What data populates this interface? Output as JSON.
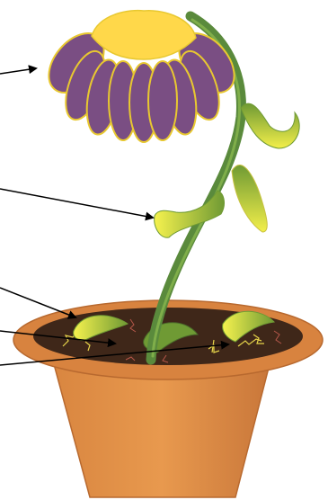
{
  "colors": {
    "background": "#ffffff",
    "petal": "#7a4e83",
    "petal_outline": "#e8c830",
    "flower_center": "#ffd84a",
    "stem": "#5a8a3c",
    "leaf_light": "#f3ef4a",
    "leaf_dark": "#6f9a34",
    "pot": "#e08d45",
    "pot_rim": "#d88340",
    "pot_shadow": "#b8692f",
    "soil": "#3f2719",
    "root_cracks": "#e6d44a",
    "arrow": "#000000"
  },
  "pointers": [
    {
      "target": "flower"
    },
    {
      "target": "drooping-leaf"
    },
    {
      "target": "wilted-leaf-on-soil"
    },
    {
      "target": "soil-patch-left"
    },
    {
      "target": "soil-patch-right"
    }
  ]
}
